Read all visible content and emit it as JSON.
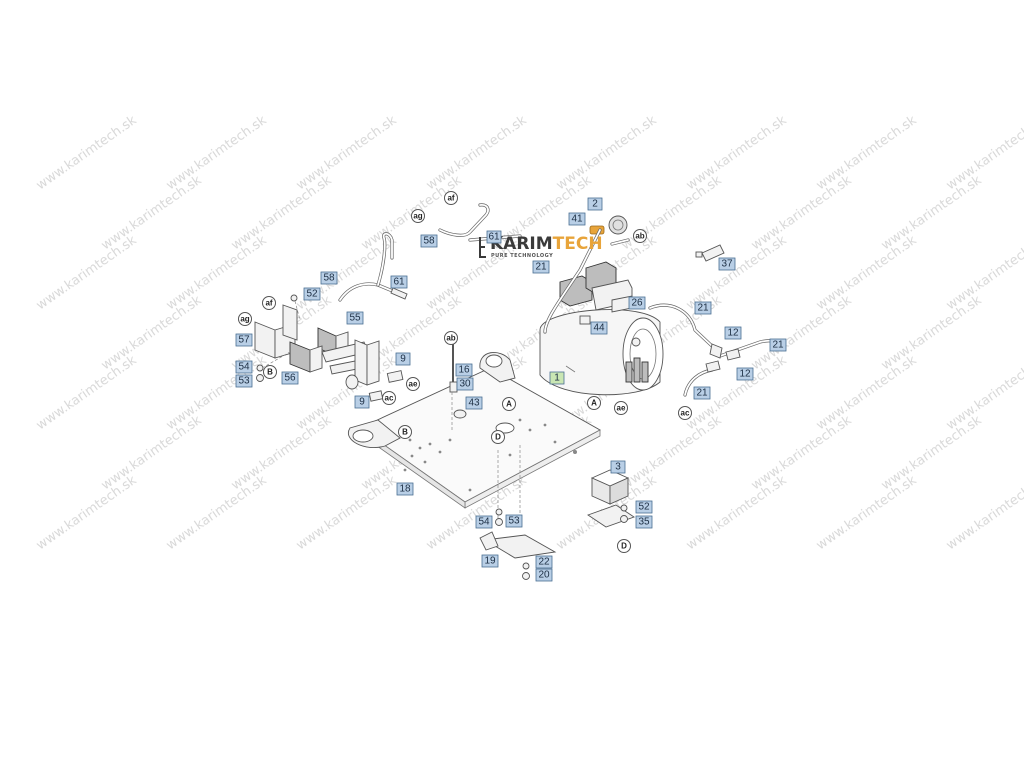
{
  "watermark": {
    "text": "www.karimtech.sk"
  },
  "logo": {
    "brand_left": "KARIM",
    "brand_right": "TECH",
    "tagline": "PURE TECHNOLOGY"
  },
  "colors": {
    "callout_fill": "#b9cfe6",
    "callout_highlight": "#c9e6b3",
    "accent_orange": "#e8a43a"
  },
  "callouts": [
    "1",
    "2",
    "3",
    "9",
    "9",
    "12",
    "12",
    "16",
    "18",
    "19",
    "20",
    "21",
    "21",
    "21",
    "21",
    "22",
    "26",
    "30",
    "35",
    "37",
    "41",
    "43",
    "44",
    "52",
    "52",
    "53",
    "53",
    "54",
    "54",
    "55",
    "56",
    "57",
    "58",
    "58",
    "61",
    "61"
  ],
  "ref_markers": [
    "ab",
    "ab",
    "ae",
    "ae",
    "ac",
    "ac",
    "ag",
    "ag",
    "af",
    "af",
    "A",
    "A",
    "B",
    "B",
    "D",
    "D"
  ]
}
